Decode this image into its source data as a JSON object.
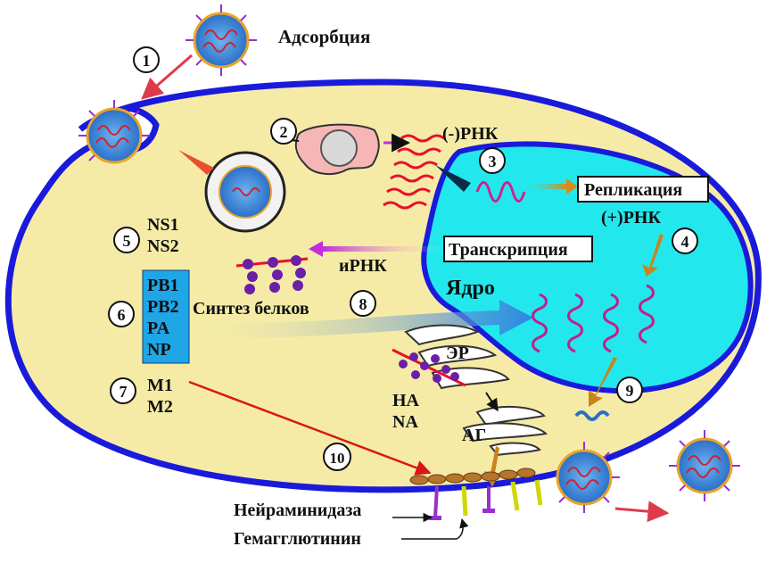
{
  "labels": {
    "adsorption": "Адсорбция",
    "neg_rna": "(-)РНК",
    "replication": "Репликация",
    "pos_rna": "(+)РНК",
    "transcription": "Транскрипция",
    "mrna": "иРНК",
    "nucleus": "Ядро",
    "protein_synthesis": "Синтез белков",
    "er": "ЭР",
    "golgi": "АГ",
    "ha": "НА",
    "na": "NA",
    "neuraminidase": "Нейраминидаза",
    "hemagglutinin": "Гемагглютинин"
  },
  "proteins": {
    "ns1": "NS1",
    "ns2": "NS2",
    "pb1": "PB1",
    "pb2": "PB2",
    "pa": "PA",
    "np": "NP",
    "m1": "M1",
    "m2": "M2"
  },
  "steps": [
    "1",
    "2",
    "3",
    "4",
    "5",
    "6",
    "7",
    "8",
    "9",
    "10"
  ],
  "colors": {
    "cell_fill": "#f5eba7",
    "cell_border": "#1a1adb",
    "nucleus_fill": "#22e8ee",
    "box_fill": "#1ea6e6",
    "rna_red": "#e8102a",
    "mrna_purple": "#8a2bd8"
  }
}
